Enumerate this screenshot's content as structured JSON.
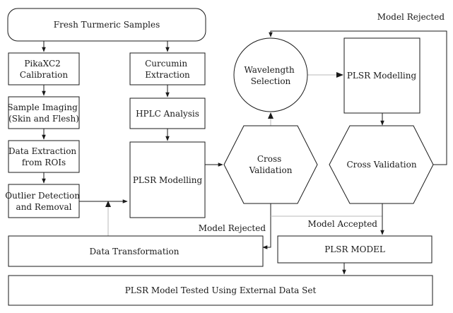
{
  "nodes": {
    "fresh_samples": "Fresh Turmeric Samples",
    "pikaxc2": [
      "PikaXC2",
      "Calibration"
    ],
    "sample_imaging": [
      "Sample Imaging",
      "(Skin and Flesh)"
    ],
    "data_extraction": [
      "Data Extraction",
      "from ROIs"
    ],
    "outlier_detection": [
      "Outlier Detection",
      "and Removal"
    ],
    "curcumin_extraction": [
      "Curcumin",
      "Extraction"
    ],
    "hplc_analysis": "HPLC Analysis",
    "plsr_modelling_1": "PLSR Modelling",
    "cross_validation_1": [
      "Cross",
      "Validation"
    ],
    "wavelength_selection": [
      "Wavelength",
      "Selection"
    ],
    "plsr_modelling_2": "PLSR Modelling",
    "cross_validation_2": "Cross Validation",
    "data_transformation": "Data Transformation",
    "plsr_model": "PLSR MODEL",
    "external_test": "PLSR Model Tested Using External Data Set"
  },
  "labels": {
    "model_rejected_top": "Model Rejected",
    "model_rejected_mid": "Model Rejected",
    "model_accepted": "Model Accepted"
  }
}
